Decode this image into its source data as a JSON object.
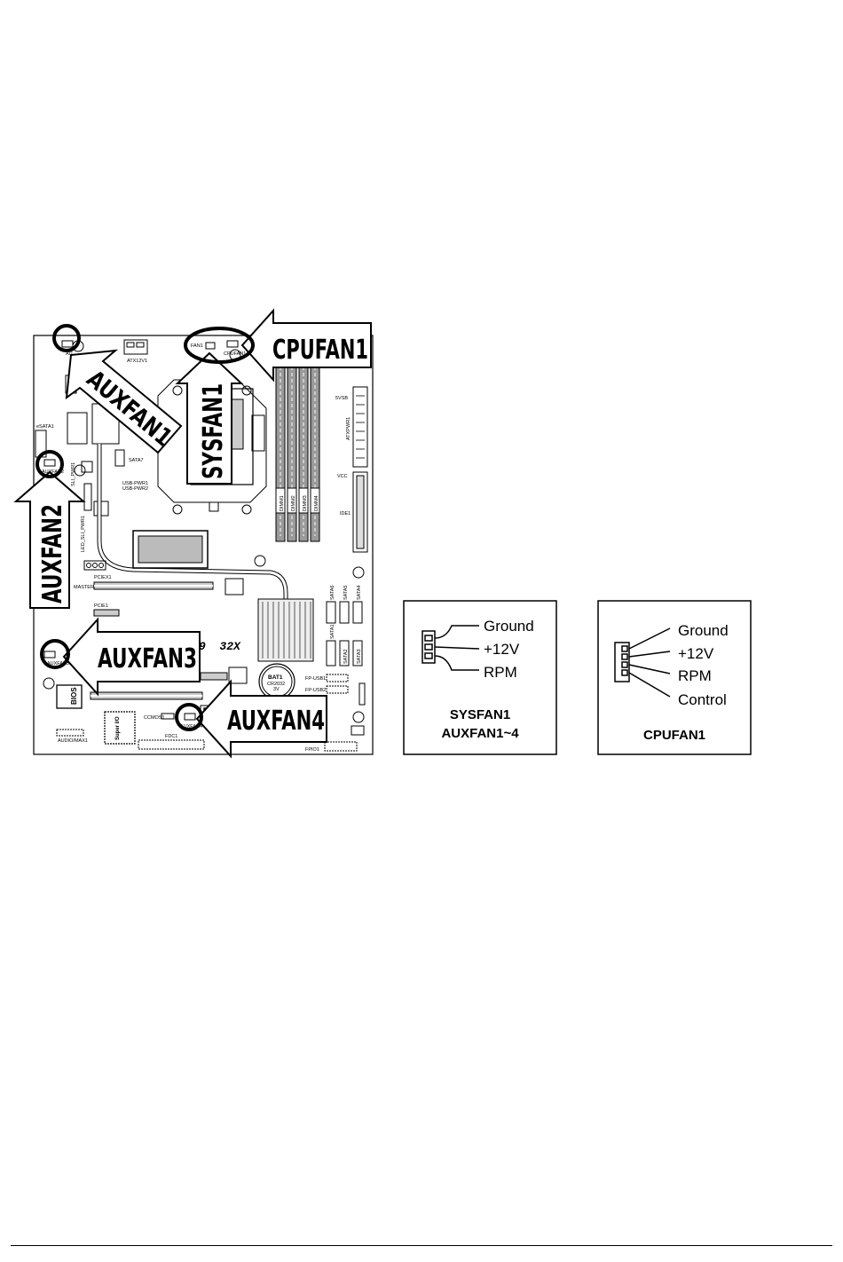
{
  "motherboard": {
    "labels": {
      "auxfan1_small": "AU",
      "atx12v": "ATX12V1",
      "sysfan_small": "FAN1",
      "cpufan_small": "CPUFAN1",
      "esata": "eSATA1",
      "auxfan2_small": "AUXFAN2",
      "sata7": "SATA7",
      "sli_pwr": "SLI_PWR1",
      "usb_pwr1": "USB-PWR1",
      "usb_pwr2": "USB-PWR2",
      "led_sli": "LED_SLI_PWR1",
      "master": "MASTER",
      "pciex1": "PCIEX1",
      "pcie1": "PCIE1",
      "auxfan3_small": "AUXFAN3",
      "bios": "BIOS",
      "superio": "Super I/O",
      "audio": "AUDIO/MAX1",
      "ccmos": "CCMOS1",
      "auxfan4_small": "AUXFAN4",
      "fdc": "FDC1",
      "chipset_text": "9  32X",
      "bat_name": "BAT1",
      "bat_model": "CR2032",
      "bat_volt": "3V",
      "bat_plus": "+",
      "sata6": "SATA6",
      "sata5": "SATA5",
      "sata4": "SATA4",
      "sata1": "SATA1",
      "sata2": "SATA2",
      "sata3": "SATA3",
      "fpusb1": "FP-USB1",
      "fpusb2": "FP-USB2",
      "fpio": "FPIO1",
      "vsb": "5VSB",
      "atxpwr": "ATXPWR1",
      "vcc": "VCC",
      "ide": "IDE1",
      "dimm1": "DIMM1",
      "dimm2": "DIMM2",
      "dimm3": "DIMM3",
      "dimm4": "DIMM4"
    },
    "callouts": {
      "cpufan1": "CPUFAN1",
      "sysfan1": "SYSFAN1",
      "auxfan1": "AUXFAN1",
      "auxfan2": "AUXFAN2",
      "auxfan3": "AUXFAN3",
      "auxfan4": "AUXFAN4"
    }
  },
  "pinout_3pin": {
    "pins": [
      "Ground",
      "+12V",
      "RPM"
    ],
    "caption_line1": "SYSFAN1",
    "caption_line2": "AUXFAN1~4"
  },
  "pinout_4pin": {
    "pins": [
      "Ground",
      "+12V",
      "RPM",
      "Control"
    ],
    "caption": "CPUFAN1"
  }
}
